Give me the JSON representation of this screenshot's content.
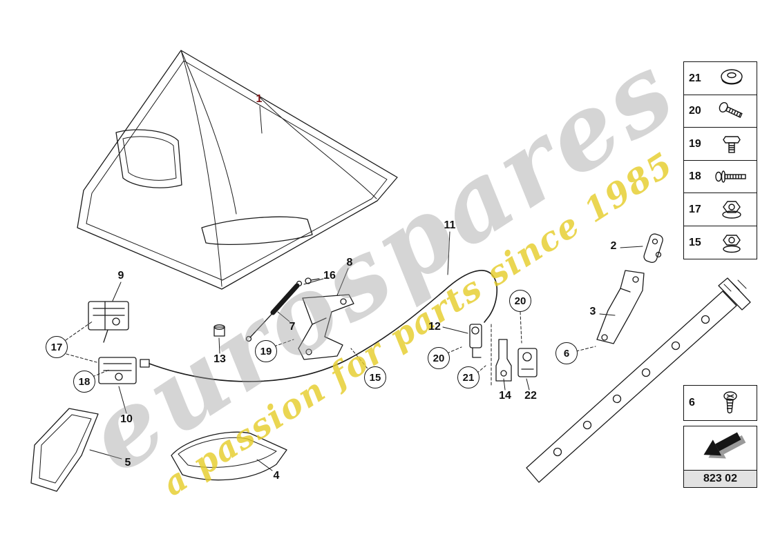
{
  "watermark": {
    "brand": "eurospares",
    "tagline": "a passion for parts since 1985"
  },
  "labels": {
    "p1": "1",
    "p2": "2",
    "p3": "3",
    "p4": "4",
    "p5": "5",
    "p7": "7",
    "p8": "8",
    "p9": "9",
    "p10": "10",
    "p11": "11",
    "p12": "12",
    "p13": "13",
    "p14": "14",
    "p16": "16",
    "p22": "22"
  },
  "circles": {
    "c6": "6",
    "c15": "15",
    "c17": "17",
    "c18": "18",
    "c19": "19",
    "c20a": "20",
    "c20b": "20",
    "c21": "21"
  },
  "legend": {
    "rows": [
      {
        "number": "21",
        "icon": "grommet-icon"
      },
      {
        "number": "20",
        "icon": "pan-head-screw-icon"
      },
      {
        "number": "19",
        "icon": "hex-bolt-icon"
      },
      {
        "number": "18",
        "icon": "long-screw-icon"
      },
      {
        "number": "17",
        "icon": "flange-nut-icon"
      },
      {
        "number": "15",
        "icon": "nut-washer-icon"
      }
    ]
  },
  "screw_box": {
    "number": "6",
    "icon": "torx-screw-icon"
  },
  "nav_box": {
    "icon": "back-arrow-icon",
    "code": "823 02"
  },
  "colors": {
    "label": "#111111",
    "highlight_label": "#7c1113",
    "watermark_brand": "#9d9d9d",
    "watermark_tagline": "#e6cd28"
  }
}
